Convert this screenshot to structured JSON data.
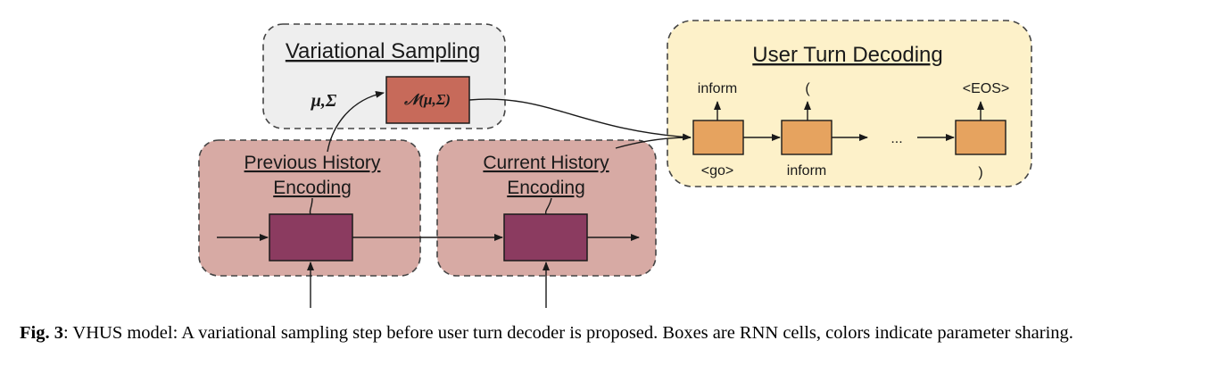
{
  "sections": {
    "variational_title": "Variational Sampling",
    "decoding_title": "User Turn Decoding",
    "prev_encoding": [
      "Previous History",
      "Encoding"
    ],
    "curr_encoding": [
      "Current History",
      "Encoding"
    ]
  },
  "sampling": {
    "params": "μ,Σ",
    "normal_cell": "𝒩(μ,Σ)"
  },
  "decoder": {
    "outputs": [
      "inform",
      "(",
      "<EOS>"
    ],
    "inputs": [
      "<go>",
      "inform",
      ")"
    ],
    "ellipsis": "..."
  },
  "caption": {
    "label": "Fig. 3",
    "text": ": VHUS model: A variational sampling step before user turn decoder is proposed.  Boxes are RNN cells, colors indicate parameter sharing."
  },
  "colors": {
    "variational_bg": "#eeeeee",
    "decoding_bg": "#fdf1c9",
    "encoding_bg": "#d7aaa4",
    "encoder_cell": "#8b3b60",
    "normal_cell": "#c76a5a",
    "decoder_cell": "#e6a35f"
  }
}
